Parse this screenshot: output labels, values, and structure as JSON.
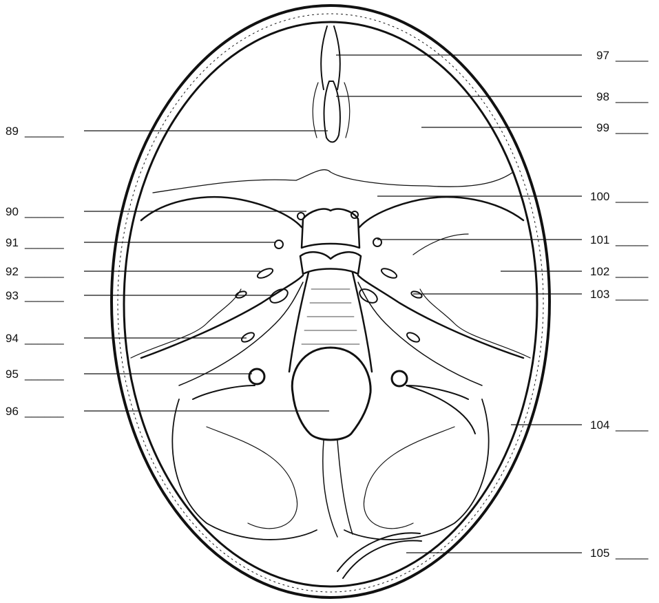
{
  "diagram": {
    "labels_left": [
      {
        "number": "89",
        "blank": "______"
      },
      {
        "number": "90",
        "blank": "______"
      },
      {
        "number": "91",
        "blank": "______"
      },
      {
        "number": "92",
        "blank": "______"
      },
      {
        "number": "93",
        "blank": "______"
      },
      {
        "number": "94",
        "blank": "______"
      },
      {
        "number": "95",
        "blank": "______"
      },
      {
        "number": "96",
        "blank": "______"
      }
    ],
    "labels_right": [
      {
        "number": "97",
        "blank": "_____"
      },
      {
        "number": "98",
        "blank": "_____"
      },
      {
        "number": "99",
        "blank": "_____"
      },
      {
        "number": "100",
        "blank": "_____"
      },
      {
        "number": "101",
        "blank": "_____"
      },
      {
        "number": "102",
        "blank": "_____"
      },
      {
        "number": "103",
        "blank": "_____"
      },
      {
        "number": "104",
        "blank": "_____"
      },
      {
        "number": "105",
        "blank": "_____"
      }
    ]
  },
  "colors": {
    "ink": "#111111",
    "background": "#ffffff"
  }
}
